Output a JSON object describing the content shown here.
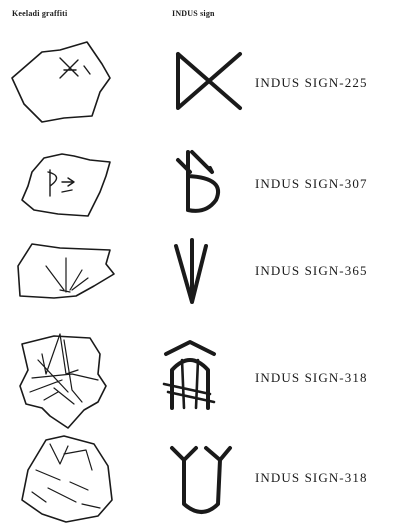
{
  "headers": {
    "left": "Keeladi graffiti",
    "right": "INDUS sign"
  },
  "rows": [
    {
      "label": "INDUS SIGN-225"
    },
    {
      "label": "INDUS SIGN-307"
    },
    {
      "label": "INDUS SIGN-365"
    },
    {
      "label": "INDUS SIGN-318"
    },
    {
      "label": "INDUS SIGN-318"
    }
  ]
}
